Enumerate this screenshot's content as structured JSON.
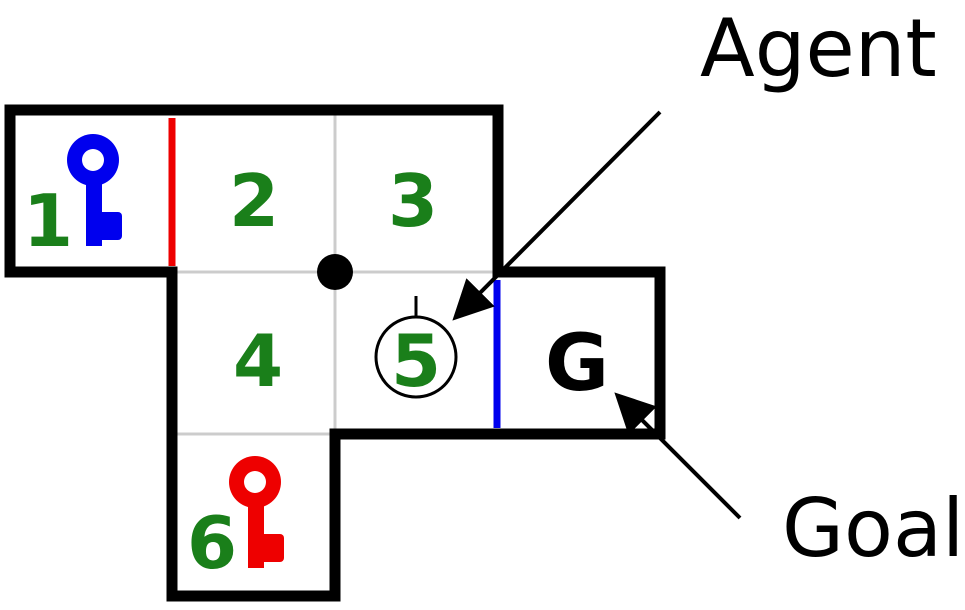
{
  "colors": {
    "wall": "#000000",
    "grid": "#cccccc",
    "cell_label": "#1a7f1a",
    "blue_key": "#0000ee",
    "red_key": "#ee0000",
    "blue_door": "#0000ee",
    "red_door": "#ee0000",
    "text": "#000000",
    "background": "#ffffff"
  },
  "rooms": [
    {
      "id": "room-1",
      "label": "1",
      "key": "blue-key"
    },
    {
      "id": "room-2",
      "label": "2"
    },
    {
      "id": "room-3",
      "label": "3"
    },
    {
      "id": "room-4",
      "label": "4"
    },
    {
      "id": "room-5",
      "label": "5",
      "agent": true
    },
    {
      "id": "room-6",
      "label": "6",
      "key": "red-key"
    }
  ],
  "goal": {
    "label": "G"
  },
  "doors": [
    {
      "id": "red-door",
      "color": "red",
      "between": [
        "1",
        "2"
      ]
    },
    {
      "id": "blue-door",
      "color": "blue",
      "between": [
        "5",
        "G"
      ]
    }
  ],
  "annotations": {
    "agent": "Agent",
    "goal": "Goal"
  },
  "icons": [
    "blue-key-icon",
    "red-key-icon",
    "agent-marker-icon",
    "junction-dot-icon"
  ]
}
